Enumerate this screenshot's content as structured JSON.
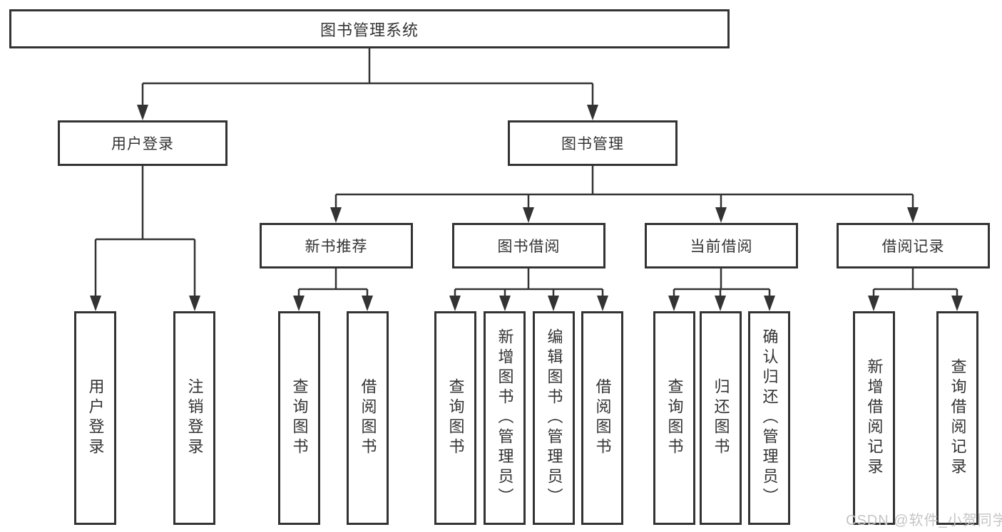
{
  "diagram": {
    "title": "图书管理系统",
    "root": {
      "label": "图书管理系统"
    },
    "level2": [
      {
        "label": "用户登录"
      },
      {
        "label": "图书管理"
      }
    ],
    "level3": [
      {
        "label": "新书推荐"
      },
      {
        "label": "图书借阅"
      },
      {
        "label": "当前借阅"
      },
      {
        "label": "借阅记录"
      }
    ],
    "level4": {
      "user_login": [
        {
          "label": "用户登录"
        },
        {
          "label": "注销登录"
        }
      ],
      "new_book_recommend": [
        {
          "label": "查询图书"
        },
        {
          "label": "借阅图书"
        }
      ],
      "book_borrowing": [
        {
          "label": "查询图书"
        },
        {
          "label": "新增图书（管理员）"
        },
        {
          "label": "编辑图书（管理员）"
        },
        {
          "label": "借阅图书"
        }
      ],
      "current_borrowing": [
        {
          "label": "查询图书"
        },
        {
          "label": "归还图书"
        },
        {
          "label": "确认归还（管理员）"
        }
      ],
      "borrowing_records": [
        {
          "label": "新增借阅记录"
        },
        {
          "label": "查询借阅记录"
        }
      ]
    }
  },
  "watermark": {
    "text": "CSDN @软件_小贺同学"
  },
  "colors": {
    "line": "#333333",
    "box_border": "#333333",
    "box_fill": "#ffffff",
    "text": "#333333",
    "watermark": "#c5c5c5",
    "background": "#ffffff"
  }
}
